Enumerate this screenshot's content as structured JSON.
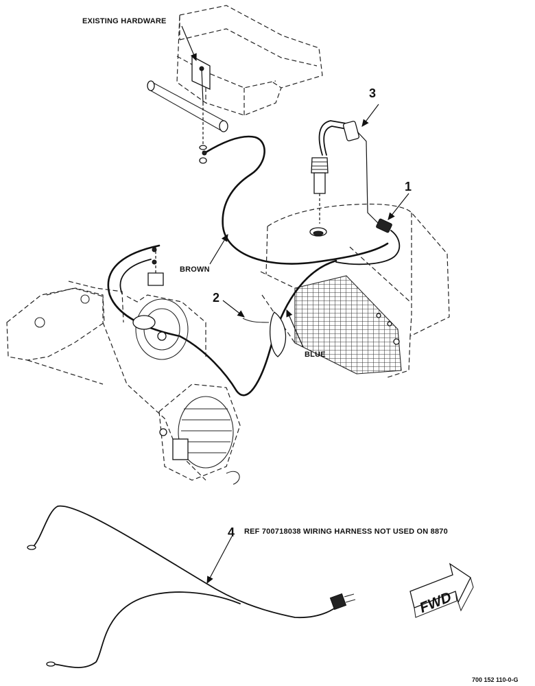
{
  "labels": {
    "existing_hardware": "EXISTING HARDWARE",
    "brown": "BROWN",
    "blue": "BLUE",
    "note_4": "REF 700718038 WIRING HARNESS NOT USED ON 8870",
    "fwd": "FWD",
    "drawing_number": "700 152 110-0-G"
  },
  "callouts": {
    "c1": "1",
    "c2": "2",
    "c3": "3",
    "c4": "4"
  }
}
